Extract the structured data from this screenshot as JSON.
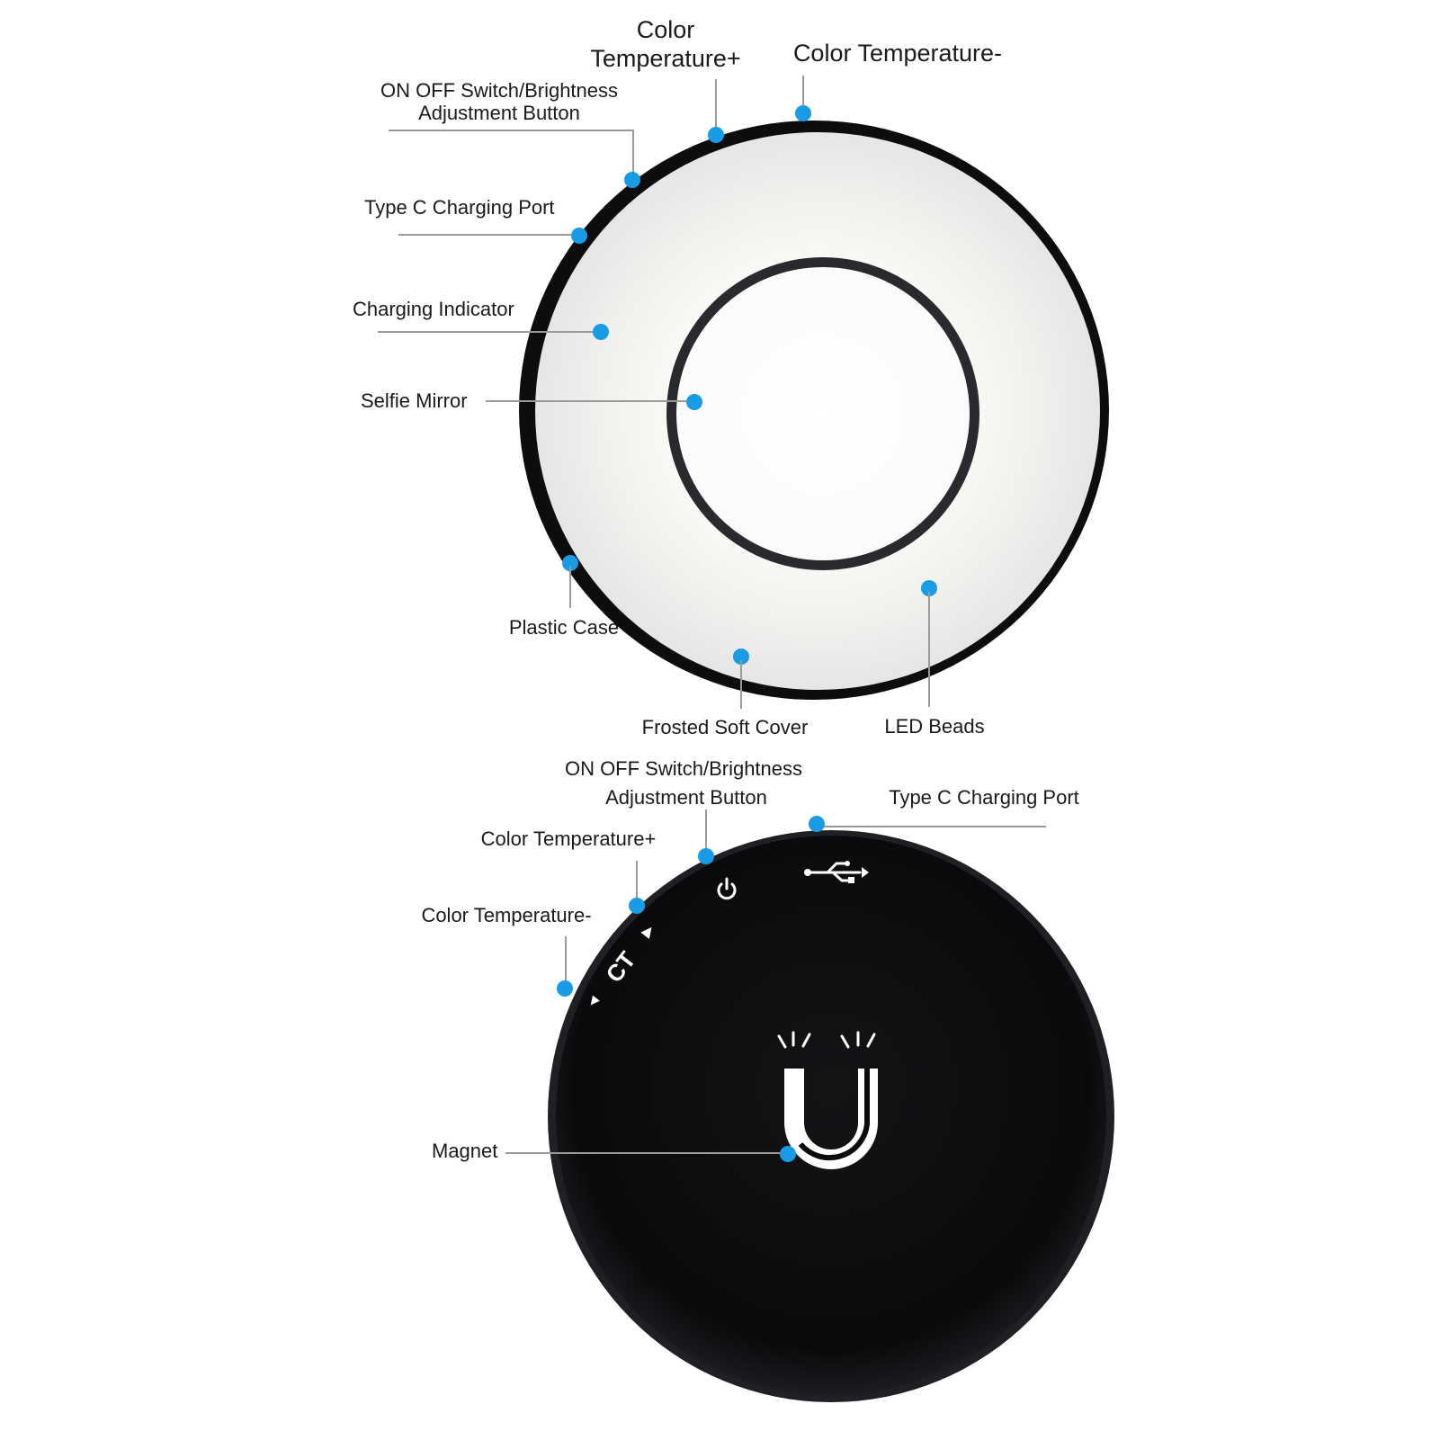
{
  "front_view": {
    "labels": {
      "color_temp_plus_line1": "Color",
      "color_temp_plus_line2": "Temperature+",
      "color_temp_minus": "Color Temperature-",
      "on_off_line1": "ON OFF Switch/Brightness",
      "on_off_line2": "Adjustment Button",
      "type_c_port": "Type C Charging Port",
      "charging_indicator": "Charging Indicator",
      "selfie_mirror": "Selfie Mirror",
      "plastic_case": "Plastic Case",
      "frosted_soft_cover": "Frosted Soft Cover",
      "led_beads": "LED Beads"
    }
  },
  "back_view": {
    "labels": {
      "on_off_line1": "ON OFF Switch/Brightness",
      "on_off_line2": "Adjustment Button",
      "type_c_port": "Type C Charging Port",
      "color_temp_plus": "Color Temperature+",
      "color_temp_minus": "Color Temperature-",
      "magnet": "Magnet"
    },
    "engraving": {
      "ct_mark": "CT"
    }
  },
  "colors": {
    "callout_dot": "#1a9be6",
    "leader_line": "#9a9a9a",
    "case_black": "#0c0c0e",
    "diffuser_white": "#f3f3f3"
  },
  "icons": [
    "power-icon",
    "usb-icon",
    "magnet-icon",
    "triangle-icon"
  ]
}
